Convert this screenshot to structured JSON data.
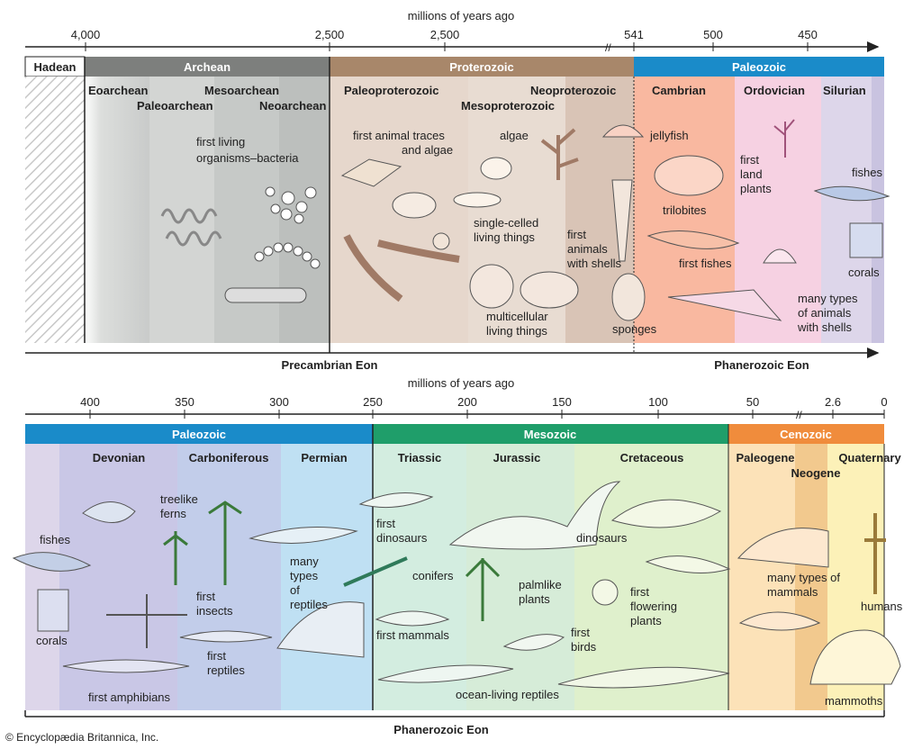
{
  "axis_title_top": "millions of years ago",
  "axis_title_bottom": "millions of years ago",
  "ticks_top": [
    "4,000",
    "2,500",
    "2,500",
    "541",
    "500",
    "450"
  ],
  "ticks_bottom": [
    "400",
    "350",
    "300",
    "250",
    "200",
    "150",
    "100",
    "50",
    "2.6",
    "0"
  ],
  "eons_top": [
    "Hadean",
    "Archean",
    "Proterozoic",
    "Paleozoic"
  ],
  "eons_bottom": [
    "Paleozoic",
    "Mesozoic",
    "Cenozoic"
  ],
  "periods_top": [
    "Eoarchean",
    "Paleoarchean",
    "Mesoarchean",
    "Neoarchean",
    "Paleoproterozoic",
    "Mesoproterozoic",
    "Neoproterozoic",
    "Cambrian",
    "Ordovician",
    "Silurian"
  ],
  "periods_bottom": [
    "Devonian",
    "Carboniferous",
    "Permian",
    "Triassic",
    "Jurassic",
    "Cretaceous",
    "Paleogene",
    "Neogene",
    "Quaternary"
  ],
  "labels_top": [
    "first living",
    "organisms–bacteria",
    "first animal traces",
    "and algae",
    "algae",
    "single-celled",
    "living things",
    "multicellular",
    "living things",
    "first",
    "animals",
    "with shells",
    "sponges",
    "jellyfish",
    "trilobites",
    "first fishes",
    "first",
    "land",
    "plants",
    "fishes",
    "corals",
    "many types",
    "of animals",
    "with shells"
  ],
  "labels_bottom": [
    "fishes",
    "corals",
    "first amphibians",
    "treelike",
    "ferns",
    "first",
    "insects",
    "first",
    "reptiles",
    "many",
    "types",
    "of",
    "reptiles",
    "first",
    "dinosaurs",
    "conifers",
    "first mammals",
    "palmlike",
    "plants",
    "first",
    "birds",
    "ocean-living reptiles",
    "dinosaurs",
    "first",
    "flowering",
    "plants",
    "many types of",
    "mammals",
    "humans",
    "mammoths"
  ],
  "eon_bar_top": [
    "Precambrian Eon",
    "Phanerozoic  Eon"
  ],
  "eon_bar_bottom": "Phanerozoic  Eon",
  "credit": "© Encyclopædia Britannica, Inc.",
  "colors": {
    "archean": "#7d7f7d",
    "proterozoic": "#a8876a",
    "paleozoic": "#1a8bc9",
    "mesozoic": "#1f9e6a",
    "cenozoic": "#f08c3c"
  }
}
